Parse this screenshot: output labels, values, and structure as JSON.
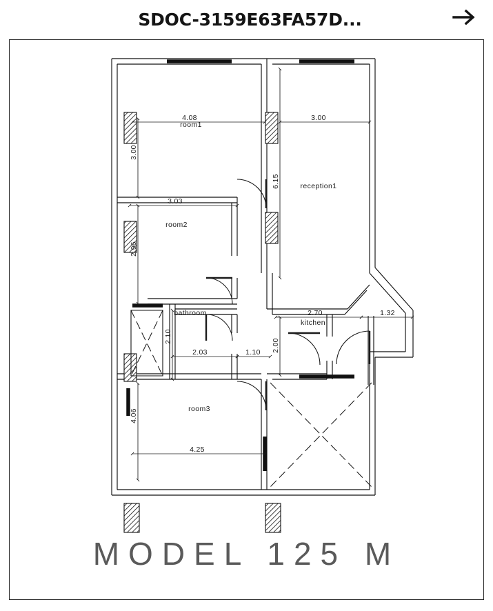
{
  "header": {
    "title": "SDOC-3159E63FA57D...",
    "next_icon": "arrow-right-icon"
  },
  "plan": {
    "caption": "MODEL 125 M",
    "rooms": [
      {
        "id": "room1",
        "label": "room1"
      },
      {
        "id": "reception1",
        "label": "reception1"
      },
      {
        "id": "room2",
        "label": "room2"
      },
      {
        "id": "bathroom",
        "label": "bathroom"
      },
      {
        "id": "kitchen",
        "label": "kitchen"
      },
      {
        "id": "room3",
        "label": "room3"
      }
    ],
    "dimensions": {
      "room1_width": "4.08",
      "room1_height": "3.00",
      "reception_width": "3.00",
      "reception_height": "6.15",
      "room2_width": "3.03",
      "room2_height": "2.96",
      "bathroom_width": "2.03",
      "bathroom_height": "2.10",
      "corridor_width": "1.10",
      "kitchen_width": "2.70",
      "kitchen_height": "2.00",
      "entry_width": "1.32",
      "room3_width": "4.25",
      "room3_height": "4.06"
    }
  },
  "colors": {
    "ink": "#1b1b1b",
    "wall": "#111111",
    "caption": "#5a5a5a",
    "frame": "#2a2a2a"
  }
}
